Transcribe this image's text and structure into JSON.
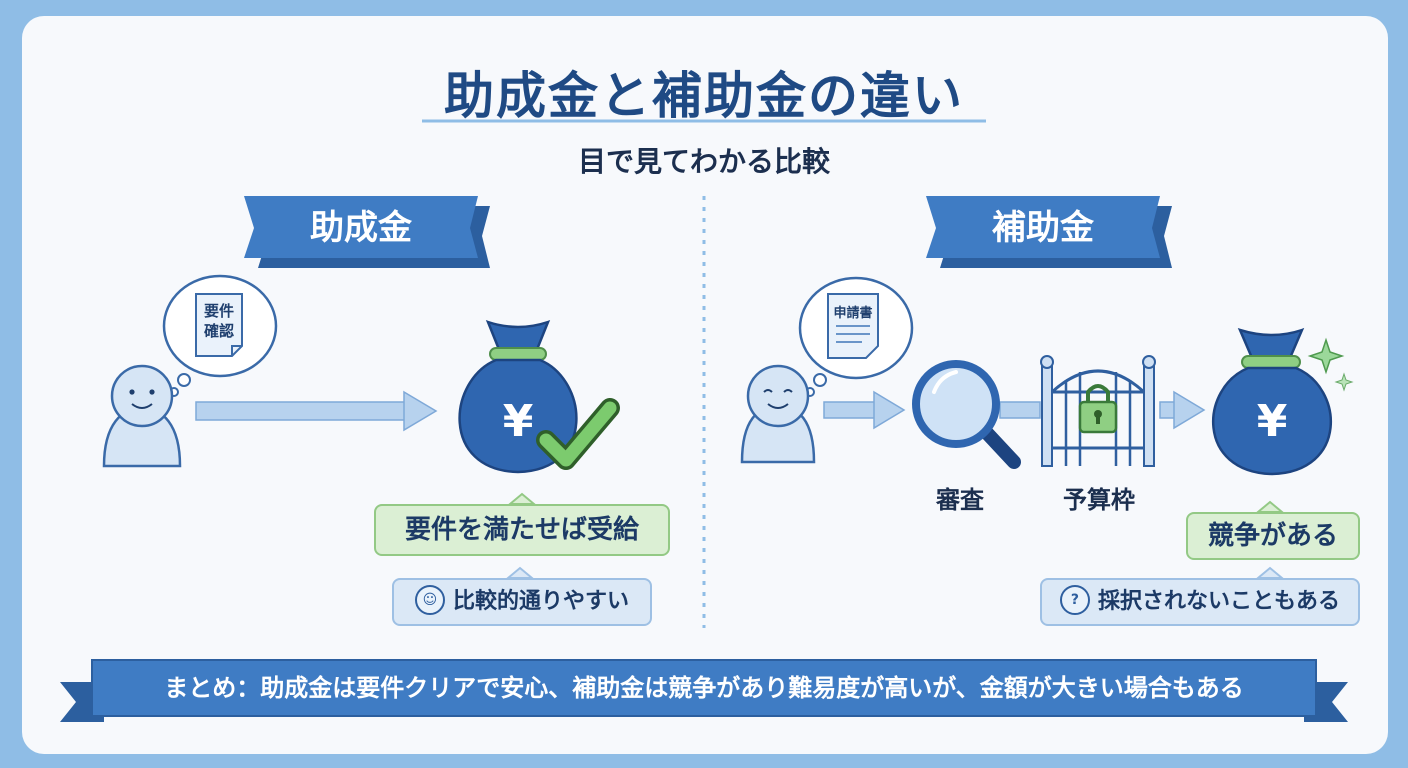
{
  "title": "助成金と補助金の違い",
  "subtitle": "目で見てわかる比較",
  "left": {
    "header": "助成金",
    "doc_line1": "要件",
    "doc_line2": "確認",
    "money_symbol": "¥",
    "result_label": "要件を満たせば受給",
    "note_label": "比較的通りやすい"
  },
  "right": {
    "header": "補助金",
    "doc_label": "申請書",
    "review_label": "審査",
    "budget_label": "予算枠",
    "money_symbol": "¥",
    "result_label": "競争がある",
    "note_label": "採択されないこともある"
  },
  "summary": "まとめ：助成金は要件クリアで安心、補助金は競争があり難易度が高いが、金額が大きい場合もある",
  "colors": {
    "frame": "#8fbde6",
    "card": "#f7f9fc",
    "ribbon": "#3f7cc4",
    "title": "#1f4a84",
    "bag": "#2f66b0",
    "check": "#7ccb6e",
    "green_tag": "#dbefd4",
    "blue_tag": "#dbe8f6"
  },
  "icons": [
    "person-icon",
    "speech-bubble-icon",
    "document-icon",
    "arrow-icon",
    "money-bag-icon",
    "check-icon",
    "magnifier-icon",
    "gate-icon",
    "lock-icon",
    "sparkle-icon",
    "smile-face-icon",
    "thinking-face-icon"
  ]
}
